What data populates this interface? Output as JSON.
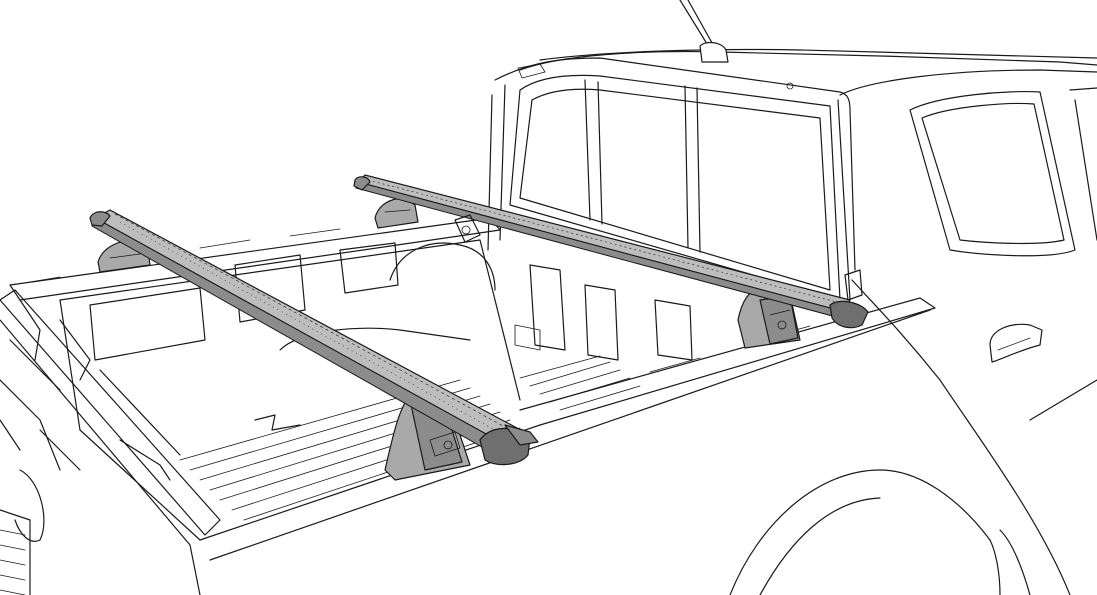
{
  "illustration": {
    "colors": {
      "line": "#1a1a1a",
      "background": "#ffffff",
      "bar_fill": "#bdbdbd",
      "bar_shade": "#8c8c8c",
      "foot_fill": "#a9a9a9",
      "end_cap": "#6f6f6f"
    },
    "components": [
      "pickup-truck",
      "load-bed",
      "rear-cab-window",
      "crossbar",
      "crossbar",
      "mounting-foot",
      "mounting-foot",
      "mounting-foot",
      "mounting-foot"
    ]
  }
}
